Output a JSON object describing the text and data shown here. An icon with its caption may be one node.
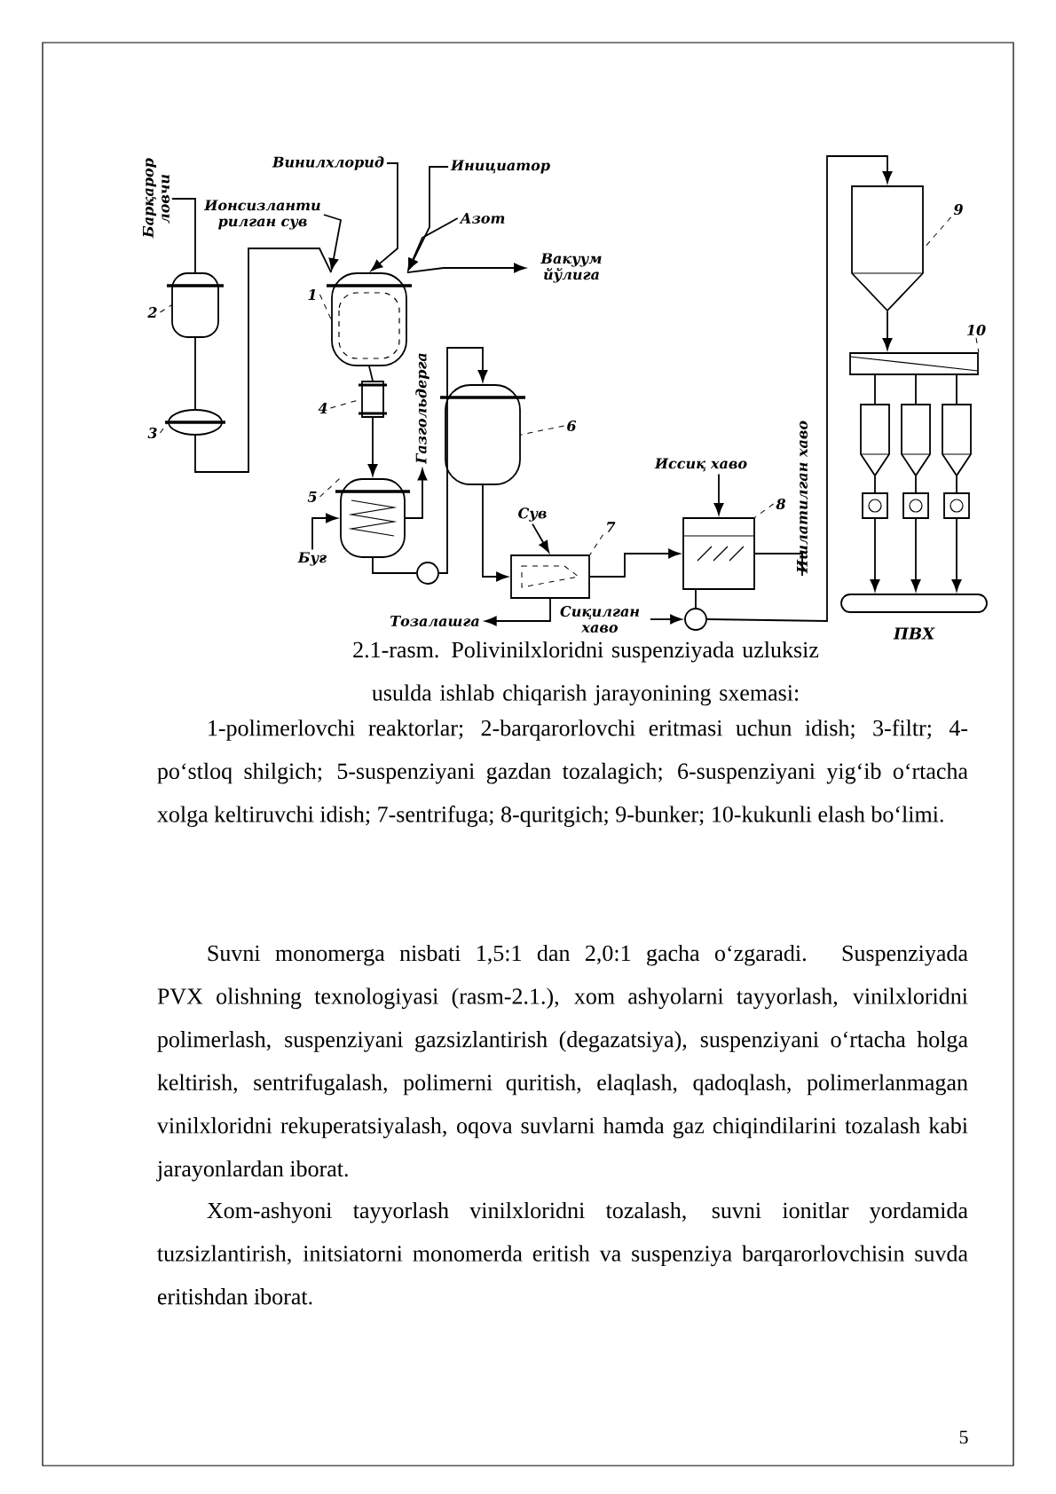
{
  "diagram": {
    "caption": "2.1-rasm. Polivinilxloridni suspenziyada uzluksiz usulda ishlab chiqarish jarayonining sxemasi:",
    "nodes": [
      {
        "text": [
          "Винилхлорид"
        ]
      },
      {
        "text": [
          "Инициатор"
        ]
      },
      {
        "text": [
          "Ионсизланти рилган сув"
        ]
      },
      {
        "text": [
          "Азот"
        ]
      },
      {
        "text": [
          "Вакуум йўлига"
        ]
      },
      {
        "text": [
          "Барқарор ловчи"
        ]
      },
      {
        "text": [],
        "shape": "tank"
      },
      {
        "text": [],
        "shape": "tank"
      },
      {
        "text": [],
        "shape": "filter"
      },
      {
        "text": [],
        "shape": "box"
      },
      {
        "text": [],
        "shape": "tank"
      },
      {
        "text": [],
        "shape": "tank"
      },
      {
        "text": [],
        "shape": "circle"
      },
      {
        "text": [],
        "shape": "box"
      },
      {
        "text": [],
        "shape": "box"
      },
      {
        "text": [],
        "shape": "circle"
      },
      {
        "text": [],
        "shape": "hopper"
      },
      {
        "text": [],
        "shape": "bar"
      },
      {
        "text": [],
        "shape": "hopper"
      },
      {
        "text": [],
        "shape": "hopper"
      },
      {
        "text": [],
        "shape": "hopper"
      },
      {
        "text": [],
        "shape": "box"
      },
      {
        "text": [],
        "shape": "box"
      },
      {
        "text": [],
        "shape": "box"
      },
      {
        "text": [],
        "shape": "bar",
        "beside": [
          "ПВХ"
        ]
      },
      {
        "text": [
          "Газгольдерга"
        ]
      },
      {
        "text": [
          "Буғ"
        ]
      },
      {
        "text": [
          "Сув"
        ]
      },
      {
        "text": [
          "Иссиқ хаво"
        ]
      },
      {
        "text": [
          "Тозалашга"
        ]
      },
      {
        "text": [
          "Сиқилган хаво"
        ]
      },
      {
        "text": [
          "Ишлатилган хаво"
        ]
      },
      {
        "text": [
          "1"
        ]
      },
      {
        "text": [
          "2"
        ]
      },
      {
        "text": [
          "3"
        ]
      },
      {
        "text": [
          "4"
        ]
      },
      {
        "text": [
          "5"
        ]
      },
      {
        "text": [
          "6"
        ]
      },
      {
        "text": [
          "7"
        ]
      },
      {
        "text": [
          "8"
        ]
      },
      {
        "text": [
          "9"
        ]
      },
      {
        "text": [
          "10"
        ]
      }
    ],
    "edges": [
      {
        "from": 0,
        "to": 6,
        "arrow": "to"
      },
      {
        "from": 1,
        "to": 6,
        "arrow": "to"
      },
      {
        "from": 2,
        "to": 6,
        "arrow": "to"
      },
      {
        "from": 3,
        "to": 6,
        "arrow": "to"
      },
      {
        "from": 6,
        "to": 4,
        "arrow": "to"
      },
      {
        "from": 5,
        "to": 7,
        "arrow": "none"
      },
      {
        "from": 7,
        "to": 8,
        "arrow": "none"
      },
      {
        "from": 8,
        "to": 6,
        "arrow": "none"
      },
      {
        "from": 6,
        "to": 9,
        "arrow": "none"
      },
      {
        "from": 9,
        "to": 10,
        "arrow": "to"
      },
      {
        "from": 10,
        "to": 25,
        "arrow": "to"
      },
      {
        "from": 26,
        "to": 10,
        "arrow": "to"
      },
      {
        "from": 10,
        "to": 12,
        "arrow": "none"
      },
      {
        "from": 12,
        "to": 11,
        "arrow": "to"
      },
      {
        "from": 11,
        "to": 13,
        "arrow": "to"
      },
      {
        "from": 27,
        "to": 13,
        "arrow": "to"
      },
      {
        "from": 13,
        "to": 29,
        "arrow": "to"
      },
      {
        "from": 13,
        "to": 14,
        "arrow": "to"
      },
      {
        "from": 28,
        "to": 14,
        "arrow": "to"
      },
      {
        "from": 30,
        "to": 15,
        "arrow": "to"
      },
      {
        "from": 14,
        "to": 15,
        "arrow": "none"
      },
      {
        "from": 15,
        "to": 16,
        "arrow": "to"
      },
      {
        "from": 14,
        "to": 31,
        "arrow": "none"
      },
      {
        "from": 16,
        "to": 17,
        "arrow": "to"
      },
      {
        "from": 17,
        "to": 18,
        "arrow": "none"
      },
      {
        "from": 17,
        "to": 19,
        "arrow": "none"
      },
      {
        "from": 17,
        "to": 20,
        "arrow": "none"
      },
      {
        "from": 18,
        "to": 21,
        "arrow": "none"
      },
      {
        "from": 19,
        "to": 22,
        "arrow": "none"
      },
      {
        "from": 20,
        "to": 23,
        "arrow": "none"
      },
      {
        "from": 21,
        "to": 24,
        "arrow": "to"
      },
      {
        "from": 22,
        "to": 24,
        "arrow": "to"
      },
      {
        "from": 23,
        "to": 24,
        "arrow": "to"
      },
      {
        "from": 32,
        "to": 6,
        "arrow": "none",
        "style": "dashed"
      },
      {
        "from": 33,
        "to": 7,
        "arrow": "none",
        "style": "dashed"
      },
      {
        "from": 34,
        "to": 8,
        "arrow": "none",
        "style": "dashed"
      },
      {
        "from": 35,
        "to": 9,
        "arrow": "none",
        "style": "dashed"
      },
      {
        "from": 36,
        "to": 10,
        "arrow": "none",
        "style": "dashed"
      },
      {
        "from": 37,
        "to": 11,
        "arrow": "none",
        "style": "dashed"
      },
      {
        "from": 38,
        "to": 13,
        "arrow": "none",
        "style": "dashed"
      },
      {
        "from": 39,
        "to": 14,
        "arrow": "none",
        "style": "dashed"
      },
      {
        "from": 40,
        "to": 16,
        "arrow": "none",
        "style": "dashed"
      },
      {
        "from": 41,
        "to": 17,
        "arrow": "none",
        "style": "dashed"
      }
    ],
    "labels": [
      "1-polimerlovchi reaktorlar; 2-barqarorlovchi eritmasi uchun idish; 3-filtr; 4-po‘stloq shilgich; 5-suspenziyani gazdan tozalagich; 6-suspenziyani yig‘ib o‘rtacha xolga keltiruvchi idish; 7-sentrifuga; 8-quritgich; 9-bunker; 10-kukunli elash bo‘limi.",
      "Suvni monomerga nisbati 1,5:1 dan 2,0:1 gacha o‘zgaradi. Suspenziyada PVX olishning texnologiyasi (rasm-2.1.), xom ashyolarni tayyorlash, vinilxloridni polimerlash, suspenziyani gazsizlantirish (degazatsiya), suspenziyani o‘rtacha holga keltirish, sentrifugalash, polimerni quritish, elaqlash, qadoqlash, polimerlanmagan vinilxloridni rekuperatsiyalash, oqova suvlarni hamda gaz chiqindilarini tozalash kabi jarayonlardan iborat.",
      "Xom-ashyoni tayyorlash vinilxloridni tozalash, suvni ionitlar yordamida tuzsizlantirish, initsiatorni monomerda eritish va suspenziya barqarorlovchisin suvda eritishdan iborat.",
      "5"
    ]
  }
}
